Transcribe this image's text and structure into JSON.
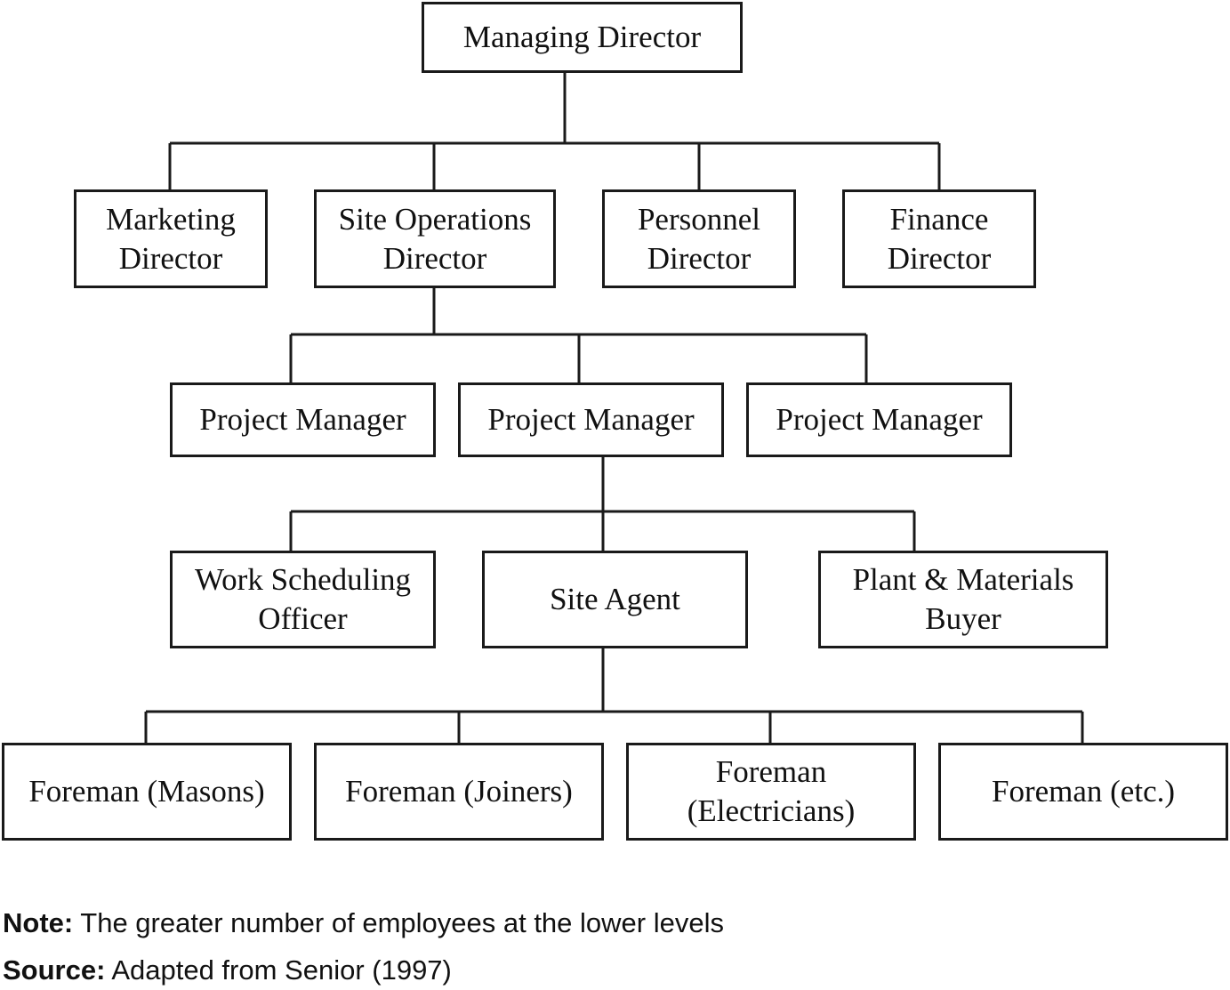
{
  "nodes": {
    "md": "Managing Director",
    "mkt": "Marketing\nDirector",
    "sod": "Site Operations\nDirector",
    "per": "Personnel\nDirector",
    "fin": "Finance\nDirector",
    "pm1": "Project Manager",
    "pm2": "Project Manager",
    "pm3": "Project Manager",
    "wso": "Work Scheduling\nOfficer",
    "sa": "Site Agent",
    "pmb": "Plant & Materials\nBuyer",
    "f1": "Foreman (Masons)",
    "f2": "Foreman (Joiners)",
    "f3": "Foreman\n(Electricians)",
    "f4": "Foreman (etc.)"
  },
  "edges": [
    [
      "md",
      "mkt"
    ],
    [
      "md",
      "sod"
    ],
    [
      "md",
      "per"
    ],
    [
      "md",
      "fin"
    ],
    [
      "sod",
      "pm1"
    ],
    [
      "sod",
      "pm2"
    ],
    [
      "sod",
      "pm3"
    ],
    [
      "pm2",
      "wso"
    ],
    [
      "pm2",
      "sa"
    ],
    [
      "pm2",
      "pmb"
    ],
    [
      "sa",
      "f1"
    ],
    [
      "sa",
      "f2"
    ],
    [
      "sa",
      "f3"
    ],
    [
      "sa",
      "f4"
    ]
  ],
  "footer": {
    "note_label": "Note:",
    "note_text": " The greater number of employees at the lower levels",
    "source_label": "Source:",
    "source_text": " Adapted from Senior (1997)"
  },
  "colors": {
    "line": "#1a1a1a",
    "text": "#111111"
  }
}
